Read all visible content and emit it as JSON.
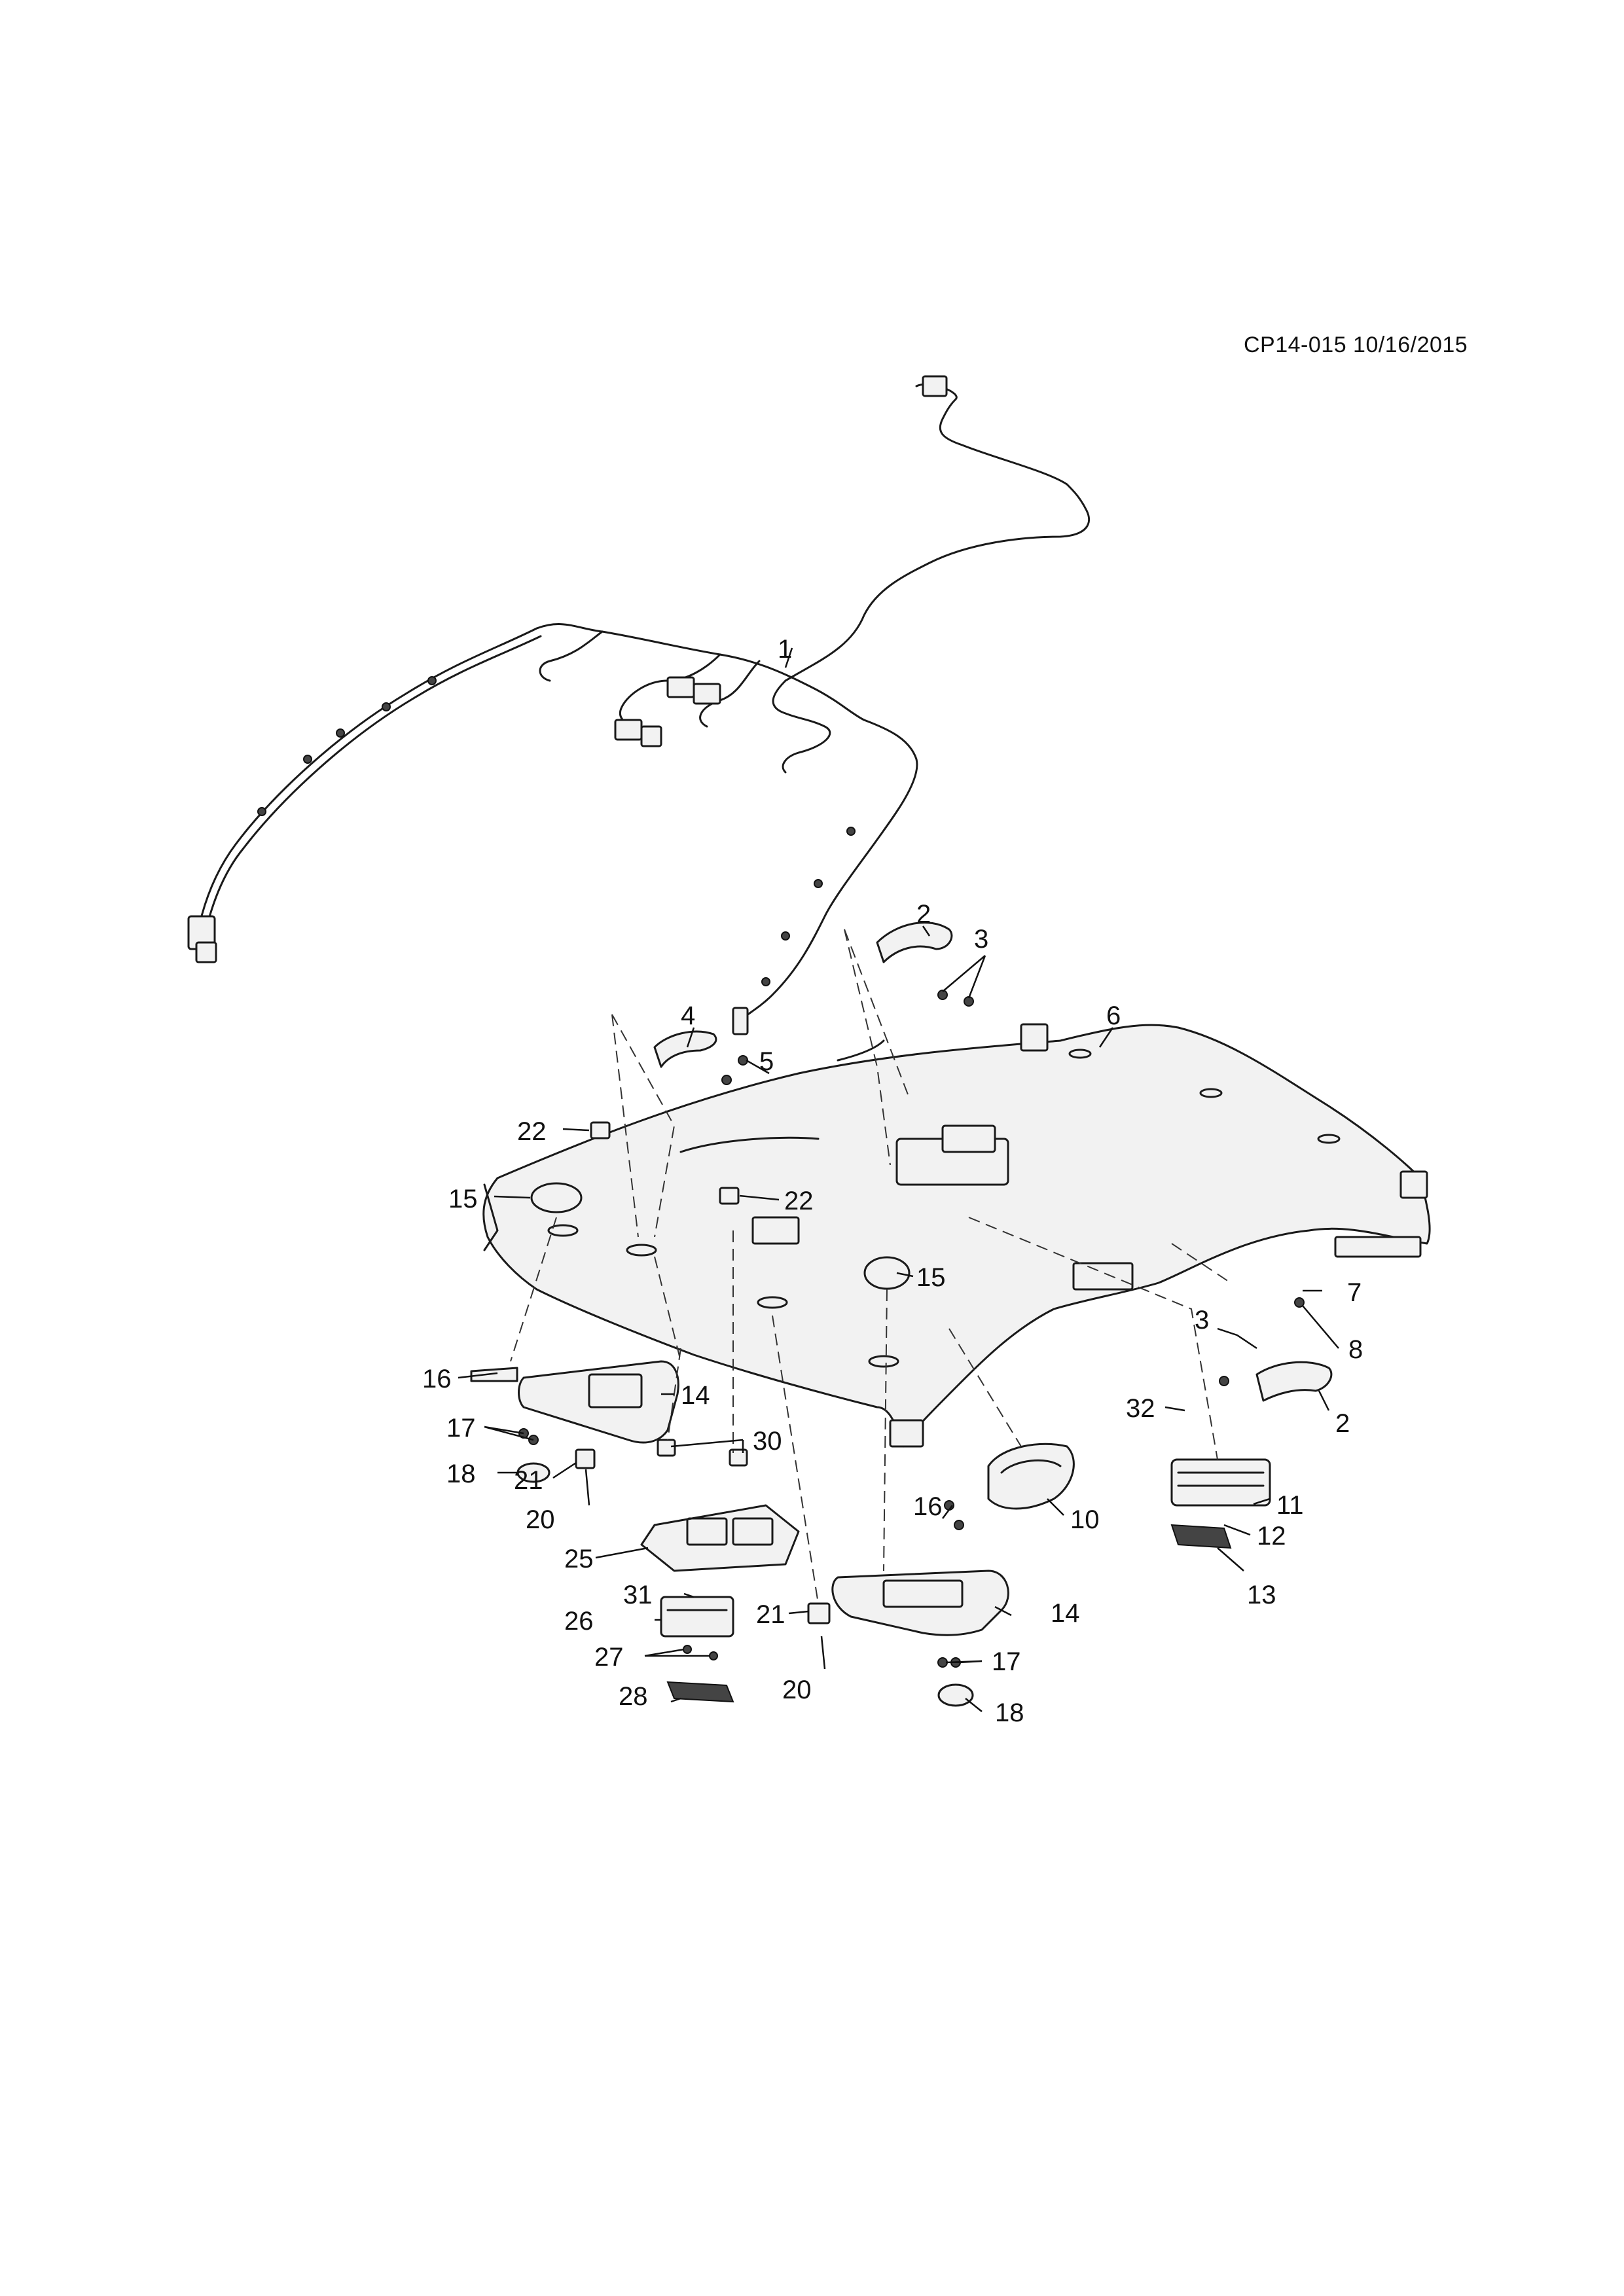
{
  "doc_code": "CP14-015 10/16/2015",
  "callouts": [
    {
      "id": "c1",
      "label": "1"
    },
    {
      "id": "c2a",
      "label": "2"
    },
    {
      "id": "c3a",
      "label": "3"
    },
    {
      "id": "c4",
      "label": "4"
    },
    {
      "id": "c5",
      "label": "5"
    },
    {
      "id": "c6",
      "label": "6"
    },
    {
      "id": "c22a",
      "label": "22"
    },
    {
      "id": "c15a",
      "label": "15"
    },
    {
      "id": "c22b",
      "label": "22"
    },
    {
      "id": "c15b",
      "label": "15"
    },
    {
      "id": "c7",
      "label": "7"
    },
    {
      "id": "c3b",
      "label": "3"
    },
    {
      "id": "c8",
      "label": "8"
    },
    {
      "id": "c2b",
      "label": "2"
    },
    {
      "id": "c16a",
      "label": "16"
    },
    {
      "id": "c14a",
      "label": "14"
    },
    {
      "id": "c32",
      "label": "32"
    },
    {
      "id": "c17a",
      "label": "17"
    },
    {
      "id": "c30",
      "label": "30"
    },
    {
      "id": "c18a",
      "label": "18"
    },
    {
      "id": "c21a",
      "label": "21"
    },
    {
      "id": "c20a",
      "label": "20"
    },
    {
      "id": "c16b",
      "label": "16"
    },
    {
      "id": "c10",
      "label": "10"
    },
    {
      "id": "c11",
      "label": "11"
    },
    {
      "id": "c12",
      "label": "12"
    },
    {
      "id": "c25",
      "label": "25"
    },
    {
      "id": "c13",
      "label": "13"
    },
    {
      "id": "c31",
      "label": "31"
    },
    {
      "id": "c21b",
      "label": "21"
    },
    {
      "id": "c14b",
      "label": "14"
    },
    {
      "id": "c26",
      "label": "26"
    },
    {
      "id": "c27",
      "label": "27"
    },
    {
      "id": "c17b",
      "label": "17"
    },
    {
      "id": "c20b",
      "label": "20"
    },
    {
      "id": "c28",
      "label": "28"
    },
    {
      "id": "c18b",
      "label": "18"
    }
  ]
}
